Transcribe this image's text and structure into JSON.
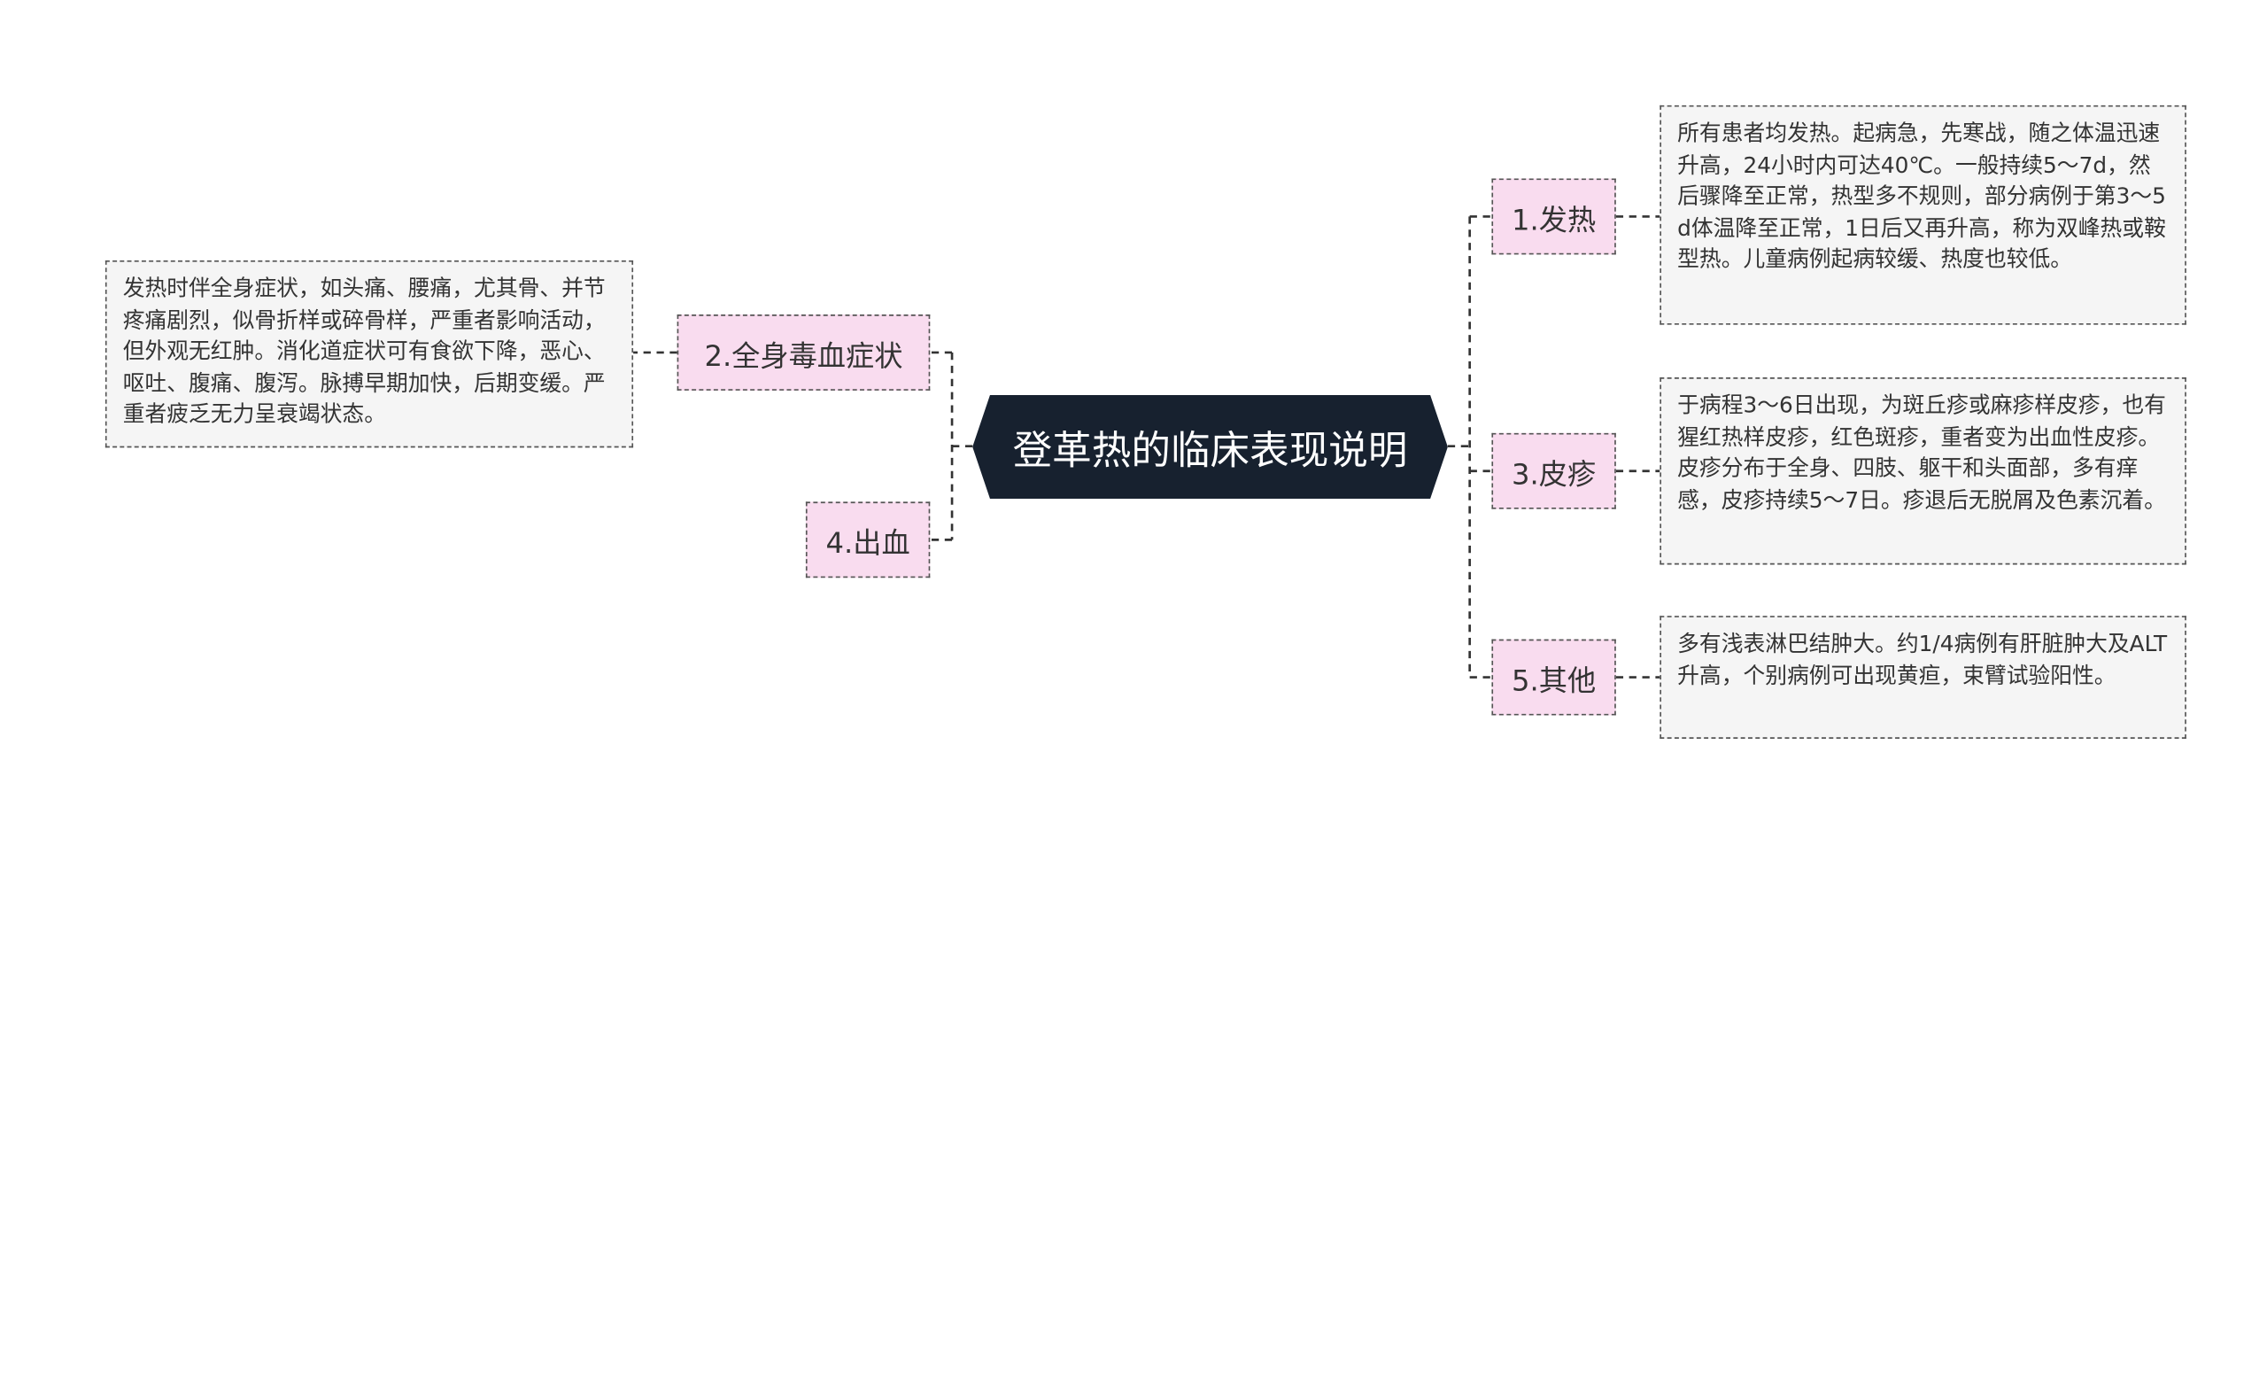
{
  "root": {
    "title": "登革热的临床表现说明"
  },
  "topics": [
    {
      "label": "1.发热",
      "detail": "所有患者均发热。起病急，先寒战，随之体温迅速升高，24小时内可达40℃。一般持续5～7d，然后骤降至正常，热型多不规则，部分病例于第3～5d体温降至正常，1日后又再升高，称为双峰热或鞍型热。儿童病例起病较缓、热度也较低。"
    },
    {
      "label": "2.全身毒血症状",
      "detail": "发热时伴全身症状，如头痛、腰痛，尤其骨、并节疼痛剧烈，似骨折样或碎骨样，严重者影响活动，但外观无红肿。消化道症状可有食欲下降，恶心、呕吐、腹痛、腹泻。脉搏早期加快，后期变缓。严重者疲乏无力呈衰竭状态。"
    },
    {
      "label": "3.皮疹",
      "detail": "于病程3～6日出现，为斑丘疹或麻疹样皮疹，也有猩红热样皮疹，红色斑疹，重者变为出血性皮疹。皮疹分布于全身、四肢、躯干和头面部，多有痒感，皮疹持续5～7日。疹退后无脱屑及色素沉着。"
    },
    {
      "label": "4.出血",
      "detail": ""
    },
    {
      "label": "5.其他",
      "detail": "多有浅表淋巴结肿大。约1/4病例有肝脏肿大及ALT升高，个别病例可出现黄疸，束臂试验阳性。"
    }
  ],
  "colors": {
    "root_bg": "#17212f",
    "root_text": "#ffffff",
    "topic_bg": "#f9dcef",
    "detail_bg": "#f5f5f5",
    "line": "#333333",
    "border": "#555555"
  }
}
